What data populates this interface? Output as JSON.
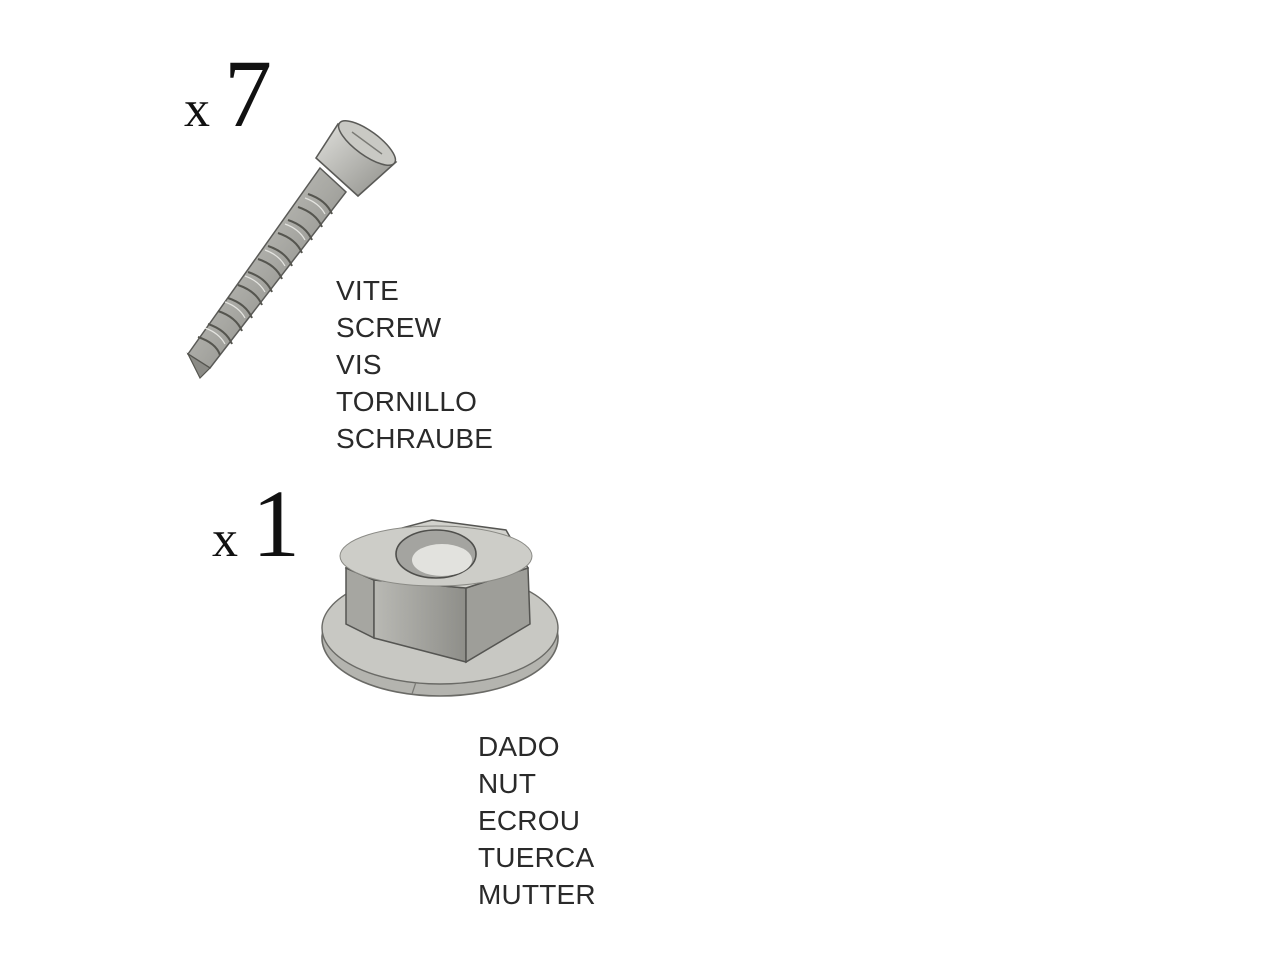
{
  "parts": [
    {
      "id": "screw",
      "quantity_prefix": "x",
      "quantity": "7",
      "labels": [
        "VITE",
        "SCREW",
        "VIS",
        "TORNILLO",
        "SCHRAUBE"
      ],
      "icon": "screw-icon"
    },
    {
      "id": "nut",
      "quantity_prefix": "x",
      "quantity": "1",
      "labels": [
        "DADO",
        "NUT",
        "ECROU",
        "TUERCA",
        "MUTTER"
      ],
      "icon": "flange-nut-icon"
    }
  ],
  "colors": {
    "background": "#ffffff",
    "text": "#111111",
    "metal_light": "#cfcfca",
    "metal_mid": "#a9a9a4",
    "metal_dark": "#5f5f5c"
  }
}
